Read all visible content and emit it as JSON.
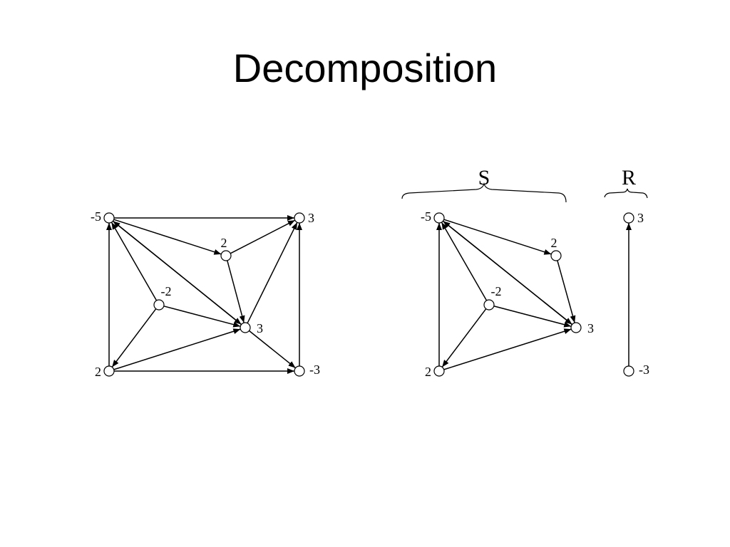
{
  "title": "Decomposition",
  "graphs": {
    "original": {
      "nodes": [
        {
          "id": "a",
          "label": "-5"
        },
        {
          "id": "b",
          "label": "3"
        },
        {
          "id": "c",
          "label": "2"
        },
        {
          "id": "d",
          "label": "-2"
        },
        {
          "id": "e",
          "label": "3"
        },
        {
          "id": "f",
          "label": "2"
        },
        {
          "id": "g",
          "label": "-3"
        }
      ],
      "edges": [
        {
          "from": "a",
          "to": "b"
        },
        {
          "from": "a",
          "to": "c"
        },
        {
          "from": "a",
          "to": "e"
        },
        {
          "from": "c",
          "to": "b"
        },
        {
          "from": "c",
          "to": "e"
        },
        {
          "from": "d",
          "to": "a"
        },
        {
          "from": "d",
          "to": "f"
        },
        {
          "from": "d",
          "to": "e"
        },
        {
          "from": "e",
          "to": "a"
        },
        {
          "from": "e",
          "to": "b"
        },
        {
          "from": "e",
          "to": "g"
        },
        {
          "from": "f",
          "to": "a"
        },
        {
          "from": "f",
          "to": "e"
        },
        {
          "from": "f",
          "to": "g"
        },
        {
          "from": "g",
          "to": "b"
        }
      ]
    },
    "s": {
      "group_label": "S",
      "nodes": [
        {
          "id": "a",
          "label": "-5"
        },
        {
          "id": "c",
          "label": "2"
        },
        {
          "id": "d",
          "label": "-2"
        },
        {
          "id": "e",
          "label": "3"
        },
        {
          "id": "f",
          "label": "2"
        }
      ],
      "edges": [
        {
          "from": "a",
          "to": "c"
        },
        {
          "from": "a",
          "to": "e"
        },
        {
          "from": "c",
          "to": "e"
        },
        {
          "from": "d",
          "to": "a"
        },
        {
          "from": "d",
          "to": "f"
        },
        {
          "from": "d",
          "to": "e"
        },
        {
          "from": "e",
          "to": "a"
        },
        {
          "from": "f",
          "to": "a"
        },
        {
          "from": "f",
          "to": "e"
        }
      ]
    },
    "r": {
      "group_label": "R",
      "nodes": [
        {
          "id": "b",
          "label": "3"
        },
        {
          "id": "g",
          "label": "-3"
        }
      ],
      "edges": [
        {
          "from": "g",
          "to": "b"
        }
      ]
    }
  }
}
